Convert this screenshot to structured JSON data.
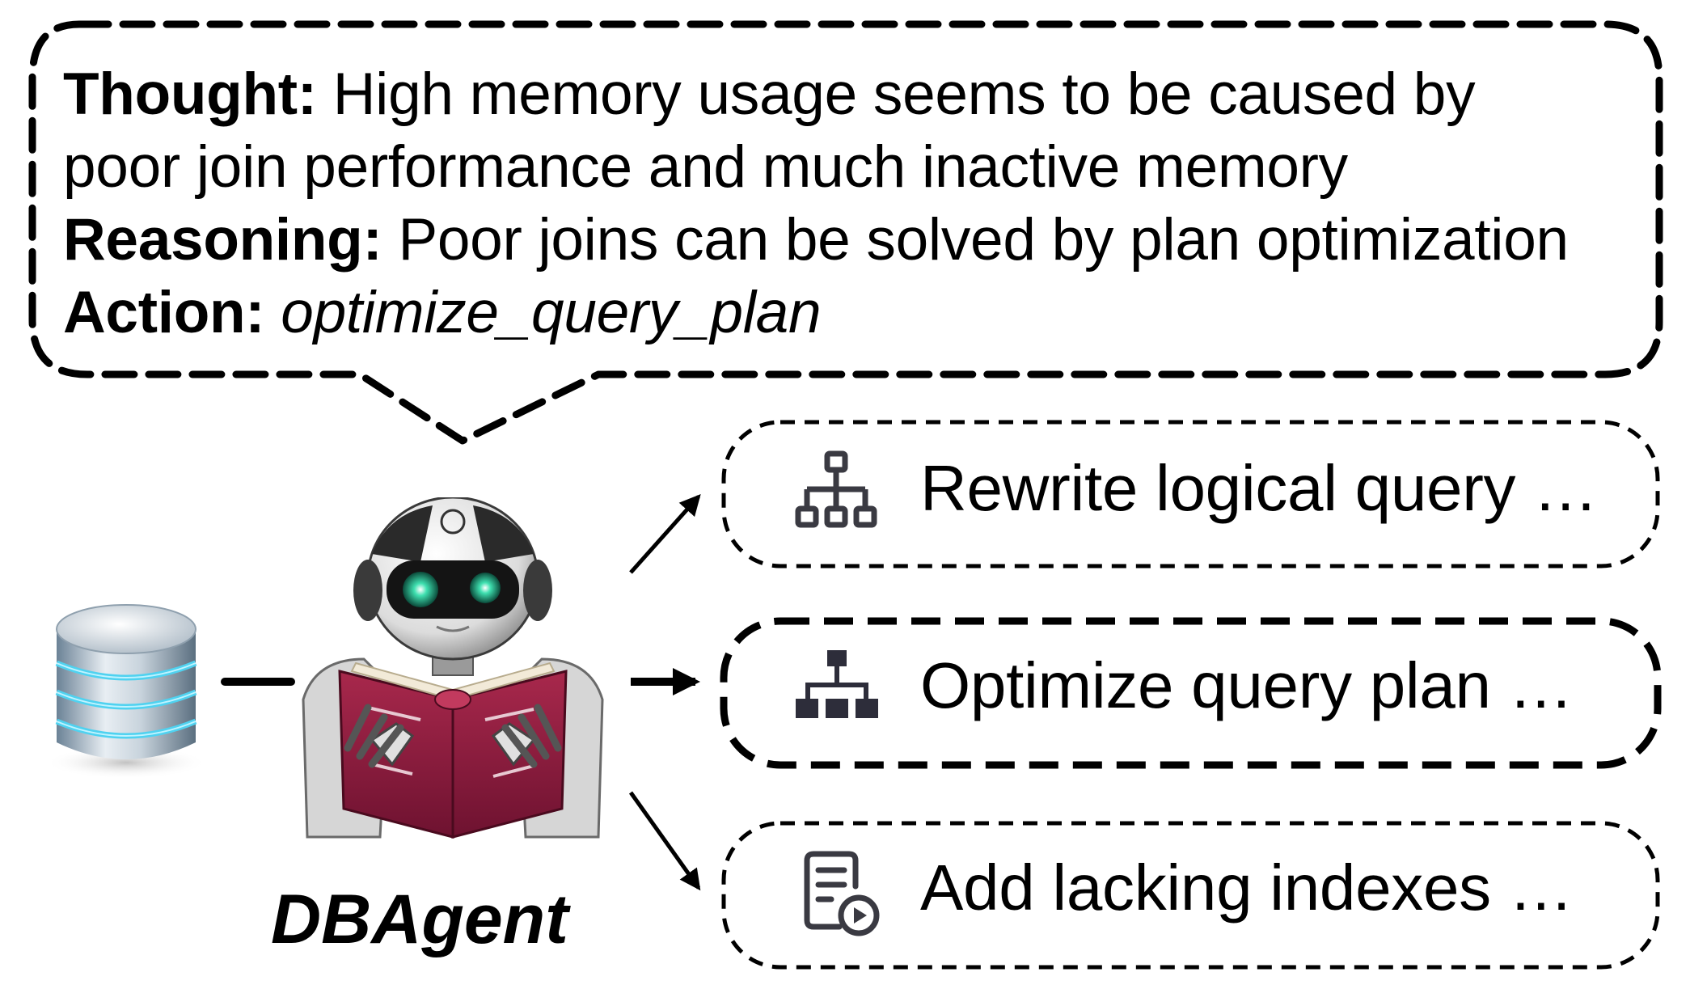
{
  "thought_bubble": {
    "thought_label": "Thought:",
    "thought_text_line1": "High memory usage seems to be caused by",
    "thought_text_line2": "poor join performance and much inactive memory",
    "reasoning_label": "Reasoning:",
    "reasoning_text": "Poor joins can be solved by plan optimization",
    "action_label": "Action:",
    "action_value": "optimize_query_plan"
  },
  "agent": {
    "name": "DBAgent"
  },
  "options": [
    {
      "label": "Rewrite logical query …",
      "icon": "hierarchy-outline-icon",
      "selected": false
    },
    {
      "label": "Optimize query plan …",
      "icon": "hierarchy-filled-icon",
      "selected": true
    },
    {
      "label": "Add lacking indexes …",
      "icon": "document-play-icon",
      "selected": false
    }
  ],
  "colors": {
    "ink": "#000000",
    "icon": "#3a3a42",
    "book": "#8c1b3c",
    "database_glow": "#4fd2f0",
    "robot_eye": "#3fe0b0"
  }
}
